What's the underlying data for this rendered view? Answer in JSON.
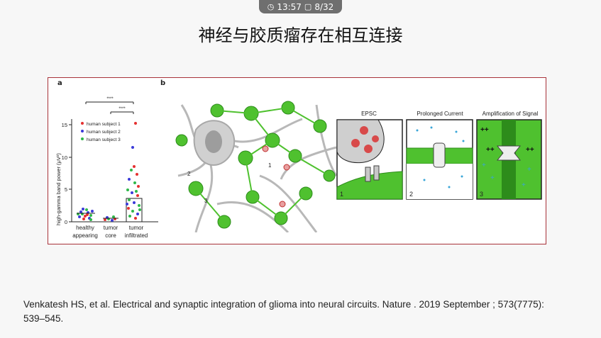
{
  "toolbar": {
    "time": "13:57",
    "page": "8/32"
  },
  "slide": {
    "title": "神经与胶质瘤存在相互连接",
    "caption": "Venkatesh HS, et al.  Electrical and synaptic integration of glioma into neural circuits. Nature . 2019 September ; 573(7775): 539–545."
  },
  "figure": {
    "panel_a": "a",
    "panel_b": "b",
    "ylabel": "high-gamma band power (μV²)",
    "yticks": [
      "15",
      "10",
      "5",
      "0"
    ],
    "legend": [
      "human subject 1",
      "human subject 2",
      "human subject 3"
    ],
    "sig": [
      "****",
      "****"
    ],
    "xlabels": [
      [
        "healthy",
        "appearing"
      ],
      [
        "tumor",
        "core"
      ],
      [
        "tumor",
        "infiltrated"
      ]
    ],
    "b_numbers": [
      "1",
      "2",
      "3"
    ],
    "boxes": [
      {
        "title": "EPSC",
        "num": "1"
      },
      {
        "title": "Prolonged Current",
        "num": "2"
      },
      {
        "title": "Amplification of Signal",
        "num": "3"
      }
    ]
  },
  "colors": {
    "frame": "#a8323a",
    "glioma": "#4fc12f",
    "subject1": "#e53030",
    "subject2": "#3a3ad8",
    "subject3": "#2fb84a"
  }
}
